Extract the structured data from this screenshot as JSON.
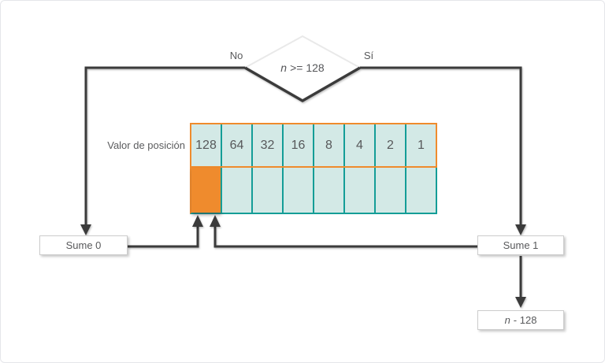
{
  "diagram": {
    "decision": {
      "variable": "n",
      "operator": ">= 128"
    },
    "no_label": "No",
    "yes_label": "Sí",
    "row_label": "Valor de posición",
    "place_values": [
      "128",
      "64",
      "32",
      "16",
      "8",
      "4",
      "2",
      "1"
    ],
    "add_zero_label": "Sume 0",
    "add_one_label": "Sume 1",
    "result": {
      "variable": "n",
      "rest": "- 128"
    },
    "colors": {
      "orange": "#ef8b2d",
      "teal": "#149d97",
      "cell_fill": "#d3e9e6",
      "line": "#3b3b3b",
      "text": "#58595b"
    }
  }
}
